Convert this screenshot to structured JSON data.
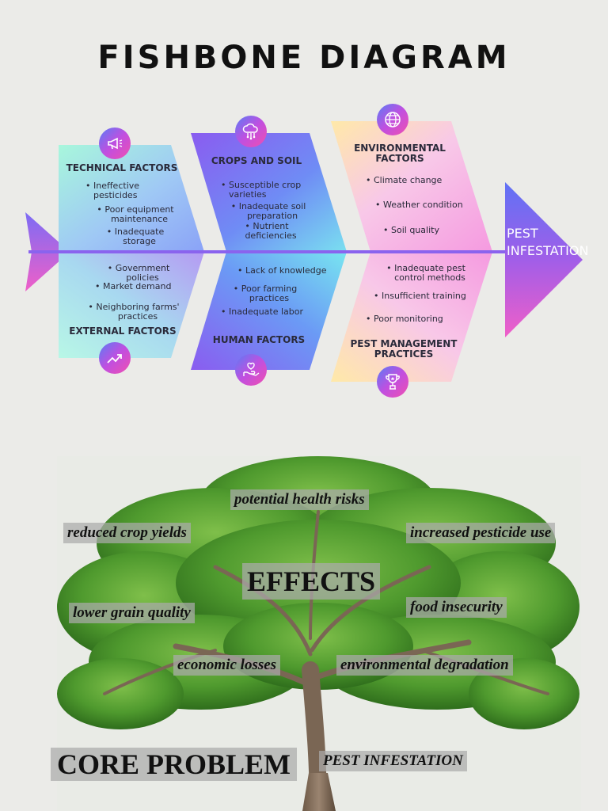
{
  "title": "FISHBONE DIAGRAM",
  "effect": "PEST INFESTATION",
  "categories": {
    "technical": {
      "heading": "TECHNICAL FACTORS",
      "items": [
        "Ineffective pesticides",
        "Poor equipment maintenance",
        "Inadequate storage"
      ]
    },
    "crops": {
      "heading": "CROPS AND SOIL",
      "items": [
        "Susceptible crop varieties",
        "Inadequate soil preparation",
        "Nutrient deficiencies"
      ]
    },
    "environmental": {
      "heading": "ENVIRONMENTAL FACTORS",
      "items": [
        "Climate change",
        "Weather condition",
        "Soil quality"
      ]
    },
    "external": {
      "heading": "EXTERNAL FACTORS",
      "items": [
        "Government policies",
        "Market demand",
        "Neighboring farms' practices"
      ]
    },
    "human": {
      "heading": "HUMAN FACTORS",
      "items": [
        "Lack of knowledge",
        "Poor farming practices",
        "Inadequate labor"
      ]
    },
    "pest_management": {
      "heading": "PEST MANAGEMENT PRACTICES",
      "items": [
        "Inadequate pest control methods",
        "Insufficient training",
        "Poor monitoring"
      ]
    }
  },
  "icons": [
    "megaphone-icon",
    "cloud-network-icon",
    "globe-icon",
    "trend-up-icon",
    "heart-hand-icon",
    "trophy-icon"
  ],
  "tree": {
    "effects_label": "EFFECTS",
    "effects": [
      "potential health risks",
      "reduced crop yields",
      "increased pesticide use",
      "lower grain quality",
      "food insecurity",
      "economic losses",
      "environmental degradation"
    ],
    "core_label": "CORE PROBLEM",
    "core_problem": "PEST INFESTATION"
  },
  "colors": {
    "spine": "#8a63ee",
    "gradient_blue": "#5a7cf5",
    "gradient_pink": "#f06cc8",
    "gradient_cyan": "#9ff3e0"
  }
}
